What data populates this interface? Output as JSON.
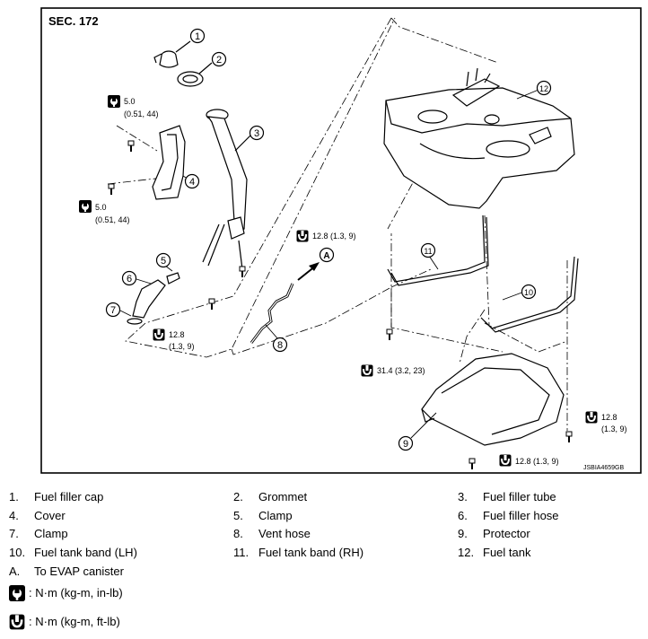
{
  "diagram": {
    "section_label": "SEC. 172",
    "image_code": "JSBIA4659GB",
    "callouts": [
      "1",
      "2",
      "3",
      "4",
      "5",
      "6",
      "7",
      "8",
      "9",
      "10",
      "11",
      "12"
    ],
    "view_marker": "A",
    "torques": {
      "cover_top": [
        "5.0",
        "(0.51, 44)"
      ],
      "cover_bottom": [
        "5.0",
        "(0.51, 44)"
      ],
      "filler_tube": "12.8 (1.3, 9)",
      "filler_lower": [
        "12.8",
        "(1.3, 9)"
      ],
      "band_bolt": "31.4 (3.2, 23)",
      "right_nut": [
        "12.8",
        "(1.3, 9)"
      ],
      "bottom_nut": "12.8 (1.3, 9)"
    }
  },
  "legend": [
    {
      "num": "1.",
      "label": "Fuel filler cap"
    },
    {
      "num": "2.",
      "label": "Grommet"
    },
    {
      "num": "3.",
      "label": "Fuel filler tube"
    },
    {
      "num": "4.",
      "label": "Cover"
    },
    {
      "num": "5.",
      "label": "Clamp"
    },
    {
      "num": "6.",
      "label": "Fuel filler hose"
    },
    {
      "num": "7.",
      "label": "Clamp"
    },
    {
      "num": "8.",
      "label": "Vent hose"
    },
    {
      "num": "9.",
      "label": "Protector"
    },
    {
      "num": "10.",
      "label": "Fuel tank band (LH)"
    },
    {
      "num": "11.",
      "label": "Fuel tank band (RH)"
    },
    {
      "num": "12.",
      "label": "Fuel tank"
    },
    {
      "num": "A.",
      "label": "To EVAP canister"
    }
  ],
  "units": {
    "in_lb": ": N·m (kg-m, in-lb)",
    "ft_lb": ": N·m (kg-m, ft-lb)"
  },
  "icons": {
    "torque_in_lb": "torque-wrench-in-lb-icon",
    "torque_ft_lb": "torque-wrench-ft-lb-icon"
  }
}
